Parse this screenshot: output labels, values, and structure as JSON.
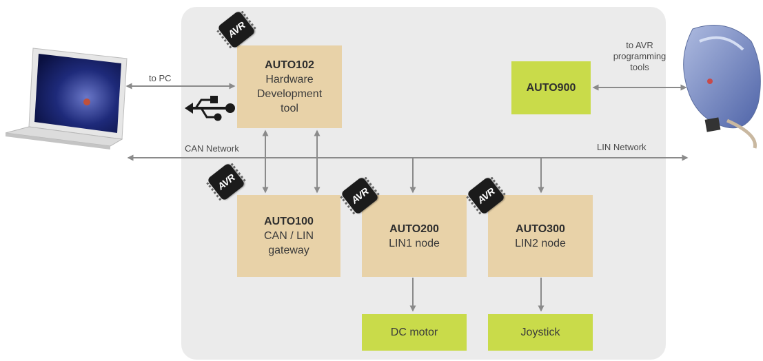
{
  "nodes": {
    "auto102": {
      "name": "AUTO102",
      "line1": "Hardware",
      "line2": "Development",
      "line3": "tool"
    },
    "auto100": {
      "name": "AUTO100",
      "line1": "CAN / LIN",
      "line2": "gateway"
    },
    "auto200": {
      "name": "AUTO200",
      "line1": "LIN1 node"
    },
    "auto300": {
      "name": "AUTO300",
      "line1": "LIN2 node"
    },
    "auto900": {
      "name": "AUTO900"
    },
    "dc_motor": {
      "name": "DC motor"
    },
    "joystick": {
      "name": "Joystick"
    }
  },
  "labels": {
    "to_pc": "to PC",
    "to_avr_line1": "to AVR",
    "to_avr_line2": "programming",
    "to_avr_line3": "tools",
    "can_network": "CAN Network",
    "lin_network": "LIN Network"
  },
  "chip_text": "AVR",
  "icons": [
    "laptop-icon",
    "usb-icon",
    "avr-programmer-icon",
    "avr-chip-icon"
  ],
  "colors": {
    "tan": "#e8d2a8",
    "green": "#c9db4a",
    "panel": "#ebebeb",
    "arrow": "#8a8a8a"
  }
}
